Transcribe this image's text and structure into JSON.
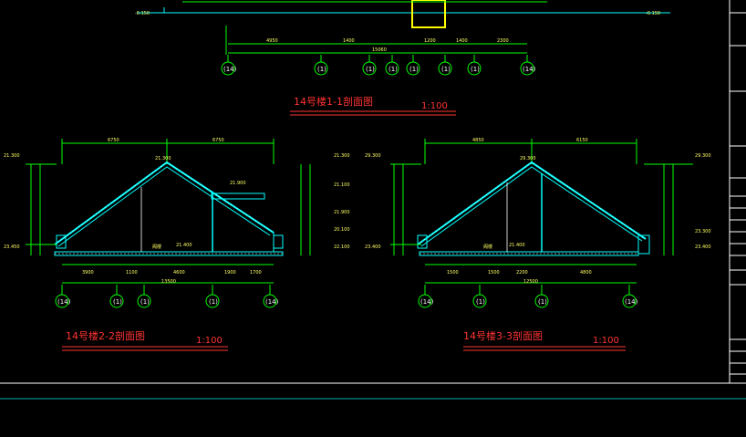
{
  "colors": {
    "background": "#000000",
    "wall": "#00ffff",
    "dimension": "#00ff00",
    "label": "#ffff66",
    "title": "#ff3333",
    "axis": "#ffffff",
    "hatch": "#ffffff"
  },
  "section_1": {
    "title": "14号楼1-1剖面图",
    "scale": "1:100",
    "axis_labels": [
      "(14)",
      "(1)",
      "(1)",
      "(1)",
      "(1)",
      "(1)",
      "(1)",
      "(14)"
    ],
    "dims": [
      "4950",
      "1400",
      "1200",
      "1400",
      "2300"
    ],
    "total": "15060",
    "elevations": [
      "-0.150",
      "-0.150"
    ]
  },
  "section_2": {
    "title": "14号楼2-2剖面图",
    "scale": "1:100",
    "axis_labels": [
      "(14)",
      "(1)",
      "(1)",
      "(1)",
      "(14)"
    ],
    "top_dims": [
      "6750",
      "6750"
    ],
    "bottom_dims": [
      "3900",
      "1100",
      "4600",
      "1900",
      "1700"
    ],
    "total": "13500",
    "elev_left": [
      "21.300",
      "23.450"
    ],
    "elev_right": [
      "21.300",
      "21.100",
      "21.900",
      "20.100",
      "22.100"
    ],
    "labels": [
      "21.300",
      "21.900",
      "阁楼",
      "21.400"
    ]
  },
  "section_3": {
    "title": "14号楼3-3剖面图",
    "scale": "1:100",
    "axis_labels": [
      "(14)",
      "(1)",
      "(1)",
      "(14)"
    ],
    "top_dims": [
      "4850",
      "6150"
    ],
    "bottom_dims": [
      "1500",
      "1500",
      "2200",
      "4800"
    ],
    "total": "12500",
    "elev_left": [
      "29.300",
      "23.400"
    ],
    "elev_right": [
      "29.300",
      "23.300",
      "23.400"
    ],
    "labels": [
      "29.300",
      "阁楼",
      "21.400"
    ]
  }
}
